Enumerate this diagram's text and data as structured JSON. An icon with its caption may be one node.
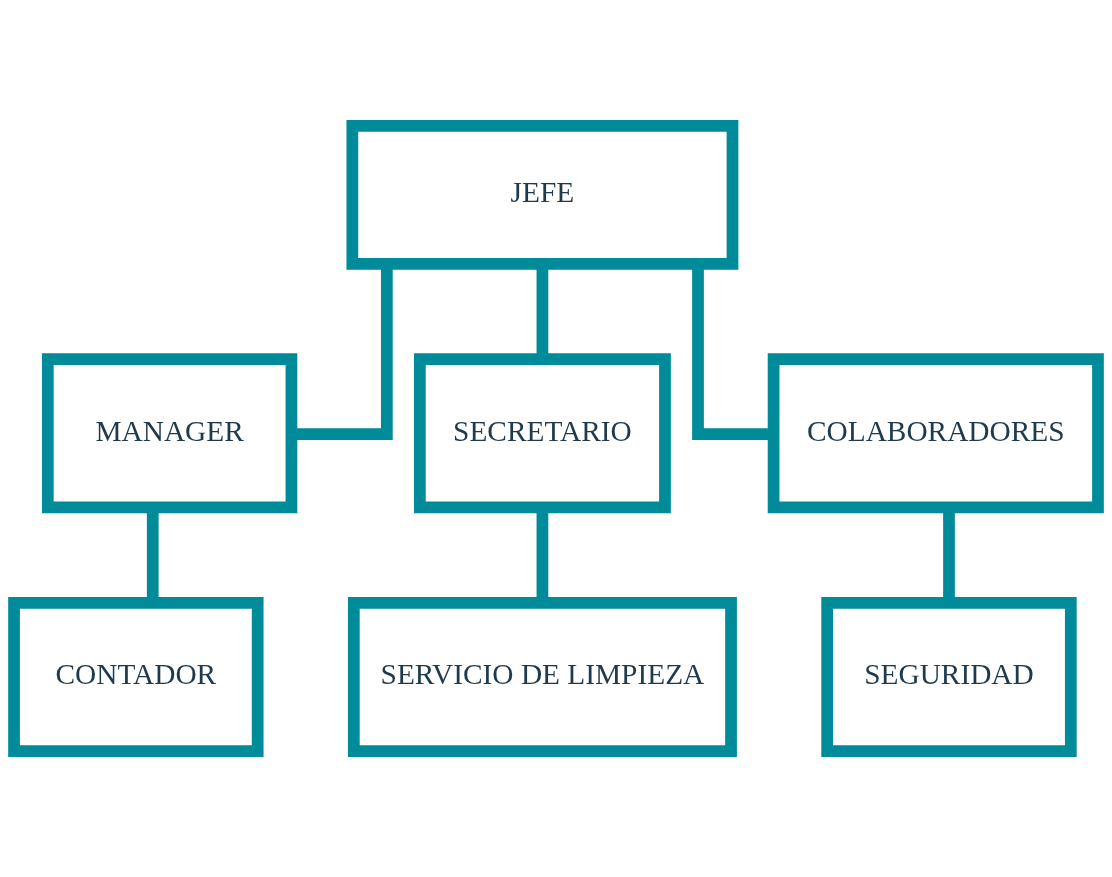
{
  "diagram": {
    "nodes": [
      {
        "text": [
          "JEFE"
        ]
      },
      {
        "text": [
          "MANAGER"
        ]
      },
      {
        "text": [
          "SECRETARIO"
        ]
      },
      {
        "text": [
          "COLABORADORES"
        ]
      },
      {
        "text": [
          "CONTADOR"
        ]
      },
      {
        "text": [
          "SERVICIO DE LIMPIEZA"
        ]
      },
      {
        "text": [
          "SEGURIDAD"
        ]
      }
    ],
    "edges": [
      {
        "from": 0,
        "to": 1,
        "arrow": "none"
      },
      {
        "from": 0,
        "to": 2,
        "arrow": "none"
      },
      {
        "from": 0,
        "to": 3,
        "arrow": "none"
      },
      {
        "from": 1,
        "to": 4,
        "arrow": "none"
      },
      {
        "from": 2,
        "to": 5,
        "arrow": "none"
      },
      {
        "from": 3,
        "to": 6,
        "arrow": "none"
      }
    ]
  }
}
